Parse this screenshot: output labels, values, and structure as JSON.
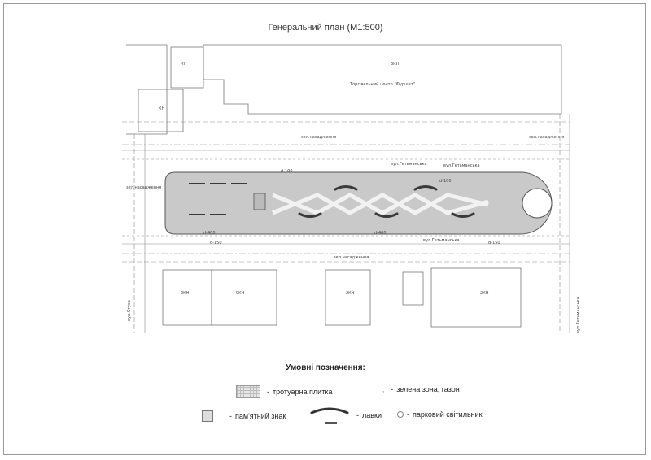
{
  "title": "Генеральний план (М1:500)",
  "plan": {
    "street_label_1": "вул.Гетьманська",
    "street_label_2": "вул.Гетьманська",
    "street_label_3": "вул.Гетьманська",
    "street_left": "вул.Стуса",
    "street_right": "вул.Гетьманська",
    "building_shop": "Торгівельний центр \"Фуршет\"",
    "building_shop_code": "3КН",
    "bld_kn_top": "КН",
    "bld_kn_left": "КН",
    "bld_2kn_left": "2КН",
    "bld_2kn_mid": "2КН",
    "bld_2kn_right": "2КН",
    "bld_9kn": "9КН",
    "note_gazon_left": "зел.насадження",
    "note_gazon_top": "зел.насадження",
    "note_gazon_bottom": "зел.насадження",
    "note_gazon_right": "зел.насадження",
    "dia_1": "d-100",
    "dia_2": "d-400",
    "dia_3": "d-150",
    "dia_4": "d-400",
    "dia_5": "d-150",
    "dia_6": "d-100"
  },
  "legend": {
    "heading": "Умовні позначення:",
    "items": [
      {
        "label": "тротуарна плитка",
        "dash": "-"
      },
      {
        "label": "зелена зона, газон",
        "dash": "-"
      },
      {
        "label": "пам'ятний знак",
        "dash": "-"
      },
      {
        "label": "лавки",
        "dash": "-"
      },
      {
        "label": "парковий світильник",
        "dash": "-"
      }
    ]
  },
  "colors": {
    "paving": "#c9c9c9",
    "paving_edge": "#555555",
    "line": "#6a6a6a",
    "bench": "#3a3a3a"
  }
}
